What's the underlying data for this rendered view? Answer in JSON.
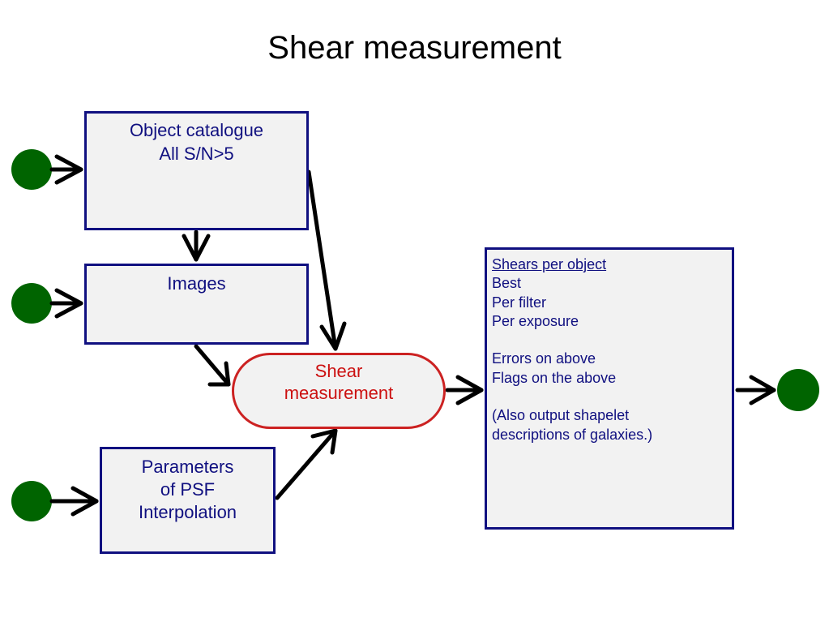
{
  "title": "Shear measurement",
  "colors": {
    "box_border": "#101080",
    "box_fill": "#f2f2f2",
    "box_text": "#101080",
    "process_border": "#cc2222",
    "process_text": "#cc1111",
    "terminal_fill": "#006400",
    "arrow": "#000000"
  },
  "nodes": {
    "catalogue": {
      "line1": "Object catalogue",
      "line2": "All S/N>5"
    },
    "images": {
      "line1": "Images"
    },
    "psf": {
      "line1": "Parameters",
      "line2": "of PSF",
      "line3": "Interpolation"
    },
    "shear": {
      "line1": "Shear",
      "line2": "measurement"
    },
    "output": {
      "heading": "Shears per object",
      "items": [
        "Best",
        "Per filter",
        "Per exposure"
      ],
      "items2": [
        "Errors on above",
        "Flags on the above"
      ],
      "items3": [
        "(Also output shapelet",
        "descriptions of galaxies.)"
      ]
    }
  }
}
